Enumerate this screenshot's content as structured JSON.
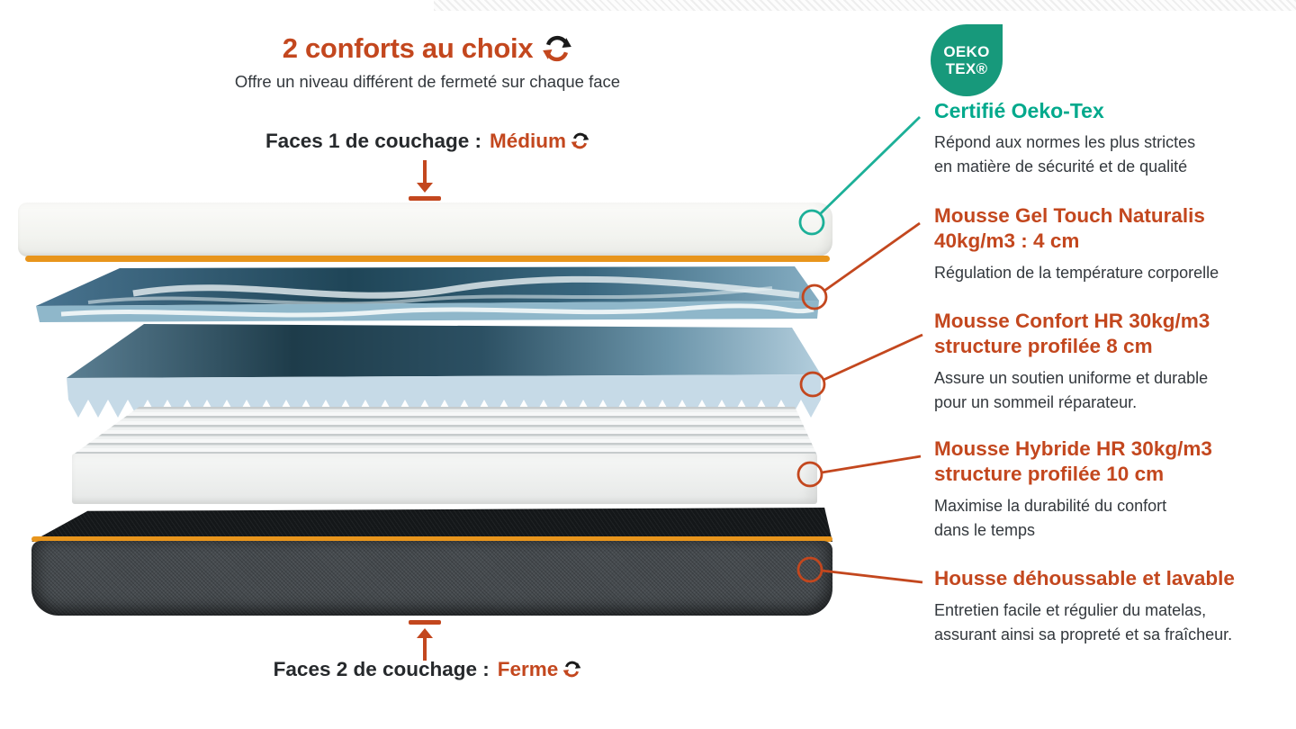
{
  "header": {
    "title": "2 conforts au choix",
    "subtitle": "Offre un niveau différent de fermeté sur chaque face"
  },
  "faces": {
    "face1_label": "Faces 1 de couchage :",
    "face1_value": "Médium",
    "face2_label": "Faces 2 de couchage :",
    "face2_value": "Ferme"
  },
  "badge": {
    "line1": "OEKO",
    "line2": "TEX®"
  },
  "annotations": [
    {
      "title_l1": "Certifié Oeko-Tex",
      "desc_l1": "Répond aux normes les plus strictes",
      "desc_l2": "en matière de sécurité et de qualité"
    },
    {
      "title_l1": "Mousse Gel Touch Naturalis",
      "title_l2": "40kg/m3 : 4 cm",
      "desc_l1": "Régulation de la température corporelle"
    },
    {
      "title_l1": "Mousse Confort HR 30kg/m3",
      "title_l2": "structure profilée 8 cm",
      "desc_l1": "Assure un soutien uniforme et durable",
      "desc_l2": "pour un sommeil réparateur."
    },
    {
      "title_l1": "Mousse Hybride HR 30kg/m3",
      "title_l2": "structure profilée 10 cm",
      "desc_l1": "Maximise la durabilité du confort",
      "desc_l2": "dans le temps"
    },
    {
      "title_l1": "Housse déhoussable et lavable",
      "desc_l1": "Entretien facile et régulier du matelas,",
      "desc_l2": "assurant ainsi sa propreté et sa fraîcheur."
    }
  ],
  "icons": {
    "rotate": "circular-two-tone-rotate-arrows",
    "down_arrow": "orange-down-arrow-with-bar",
    "up_arrow": "orange-up-arrow-with-bar",
    "marker": "circle-marker-on-layer-edge"
  },
  "colors": {
    "accent_orange_text": "#c3471e",
    "piping_orange": "#e8951c",
    "teal_heading": "#00a98c",
    "teal_line": "#1cb098",
    "badge_green": "#17997b",
    "ink": "#26292c",
    "body_text": "#33383d"
  }
}
